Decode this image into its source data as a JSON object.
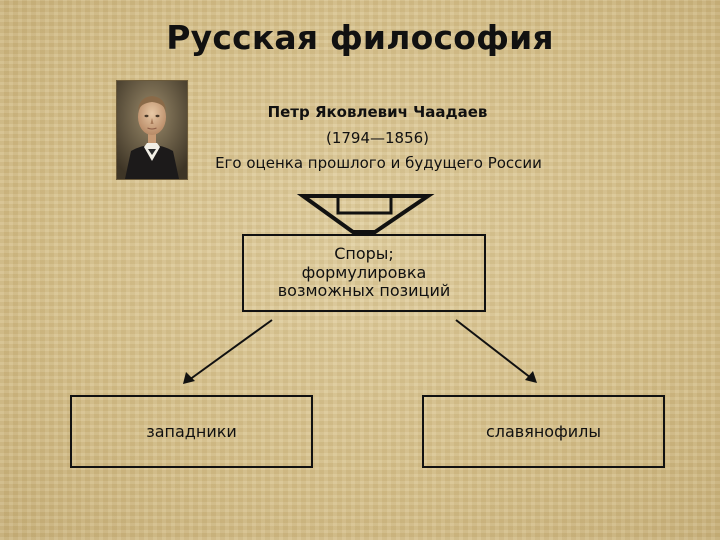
{
  "slide": {
    "title": "Русская философия",
    "person": {
      "name": "Петр Яковлевич Чаадаев",
      "years": "(1794—1856)",
      "assessment": "Его оценка прошлого и будущего России"
    },
    "center_box": {
      "lines": [
        "Споры;",
        "формулировка",
        "возможных позиций"
      ]
    },
    "left_box": {
      "label": "западники"
    },
    "right_box": {
      "label": "славянофилы"
    }
  },
  "colors": {
    "background": "#d8c38f",
    "text": "#111111",
    "lines": "#111111"
  },
  "icons": {
    "portrait": "portrait-photo-icon",
    "down_arrow": "block-down-arrow-icon"
  }
}
